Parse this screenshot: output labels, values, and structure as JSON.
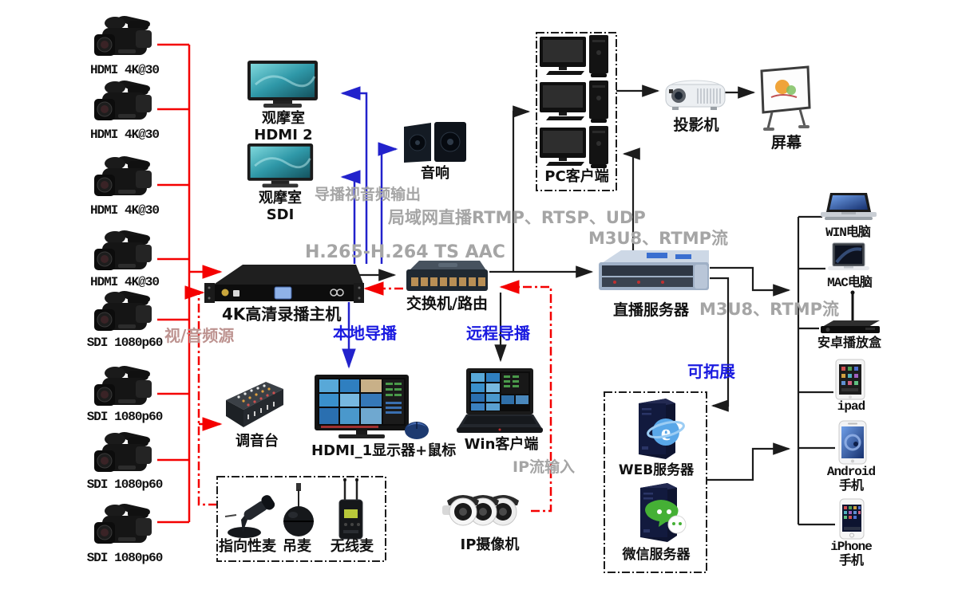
{
  "colors": {
    "line_red": "#f40000",
    "line_blue": "#2222cc",
    "line_black": "#1c1c1c",
    "gray_label": "#a5a5a5",
    "blue_label": "#1a1ae0",
    "rose_label": "#bd9390"
  },
  "sources": {
    "cameras": [
      {
        "label": "HDMI 4K@30"
      },
      {
        "label": "HDMI 4K@30"
      },
      {
        "label": "HDMI 4K@30"
      },
      {
        "label": "HDMI 4K@30"
      },
      {
        "label": "SDI 1080p60"
      },
      {
        "label": "SDI 1080p60"
      },
      {
        "label": "SDI 1080p60"
      },
      {
        "label": "SDI 1080p60"
      }
    ],
    "source_group_label": "视/音频源",
    "mixer_label": "调音台",
    "mic_labels": {
      "directional": "指向性麦",
      "hanging": "吊麦",
      "wireless": "无线麦"
    },
    "ip_camera_label": "IP摄像机",
    "ip_stream_label": "IP流输入"
  },
  "core": {
    "host_label": "4K高清录播主机",
    "switch_label": "交换机/路由",
    "monitor_hdmi2": {
      "line1": "观摩室",
      "line2": "HDMI 2"
    },
    "monitor_sdi": {
      "line1": "观摩室",
      "line2": "SDI"
    },
    "speaker_label": "音响",
    "multiview_label": "HDMI_1显示器+鼠标",
    "win_client_label": "Win客户端",
    "local_direct_label": "本地导播",
    "remote_direct_label": "远程导播",
    "codec_label": "H.265-H.264 TS AAC",
    "output_label": "导播视音频输出",
    "lan_label_line1": "局域网直播RTMP、RTSP、UDP",
    "lan_label_line2": "M3U8、RTMP流"
  },
  "distribution": {
    "live_server_label": "直播服务器",
    "stream_label": "M3U8、RTMP流",
    "pc_clients_label": "PC客户端",
    "projector_label": "投影机",
    "screen_label": "屏幕",
    "expand_label": "可拓展",
    "web_server_label": "WEB服务器",
    "wechat_server_label": "微信服务器"
  },
  "endpoints": [
    {
      "label": "WIN电脑"
    },
    {
      "label": "MAC电脑"
    },
    {
      "label": "安卓播放盒"
    },
    {
      "label": "ipad"
    },
    {
      "label": "Android",
      "label2": "手机"
    },
    {
      "label": "iPhone",
      "label2": "手机"
    }
  ]
}
